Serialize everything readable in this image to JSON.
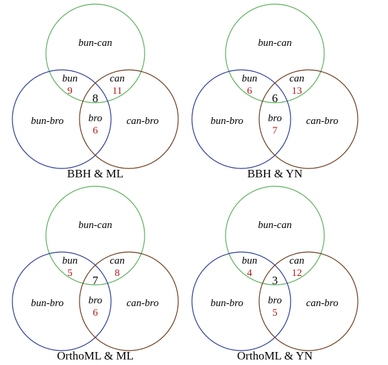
{
  "colors": {
    "top_circle": "#58b058",
    "left_circle": "#2a3a98",
    "right_circle": "#6b3a1a",
    "region_number": "#b01818",
    "center_number": "#000000"
  },
  "panels": [
    {
      "caption": "BBH & ML",
      "labels": {
        "top": "bun-can",
        "left": "bun-bro",
        "right": "can-bro",
        "top_left": "bun",
        "top_right": "can",
        "left_right": "bro"
      },
      "counts": {
        "top_left": "9",
        "top_right": "11",
        "left_right": "6",
        "center": "8"
      }
    },
    {
      "caption": "BBH & YN",
      "labels": {
        "top": "bun-can",
        "left": "bun-bro",
        "right": "can-bro",
        "top_left": "bun",
        "top_right": "can",
        "left_right": "bro"
      },
      "counts": {
        "top_left": "6",
        "top_right": "13",
        "left_right": "7",
        "center": "6"
      }
    },
    {
      "caption": "OrthoML & ML",
      "labels": {
        "top": "bun-can",
        "left": "bun-bro",
        "right": "can-bro",
        "top_left": "bun",
        "top_right": "can",
        "left_right": "bro"
      },
      "counts": {
        "top_left": "5",
        "top_right": "8",
        "left_right": "6",
        "center": "7"
      }
    },
    {
      "caption": "OrthoML & YN",
      "labels": {
        "top": "bun-can",
        "left": "bun-bro",
        "right": "can-bro",
        "top_left": "bun",
        "top_right": "can",
        "left_right": "bro"
      },
      "counts": {
        "top_left": "4",
        "top_right": "12",
        "left_right": "5",
        "center": "3"
      }
    }
  ]
}
